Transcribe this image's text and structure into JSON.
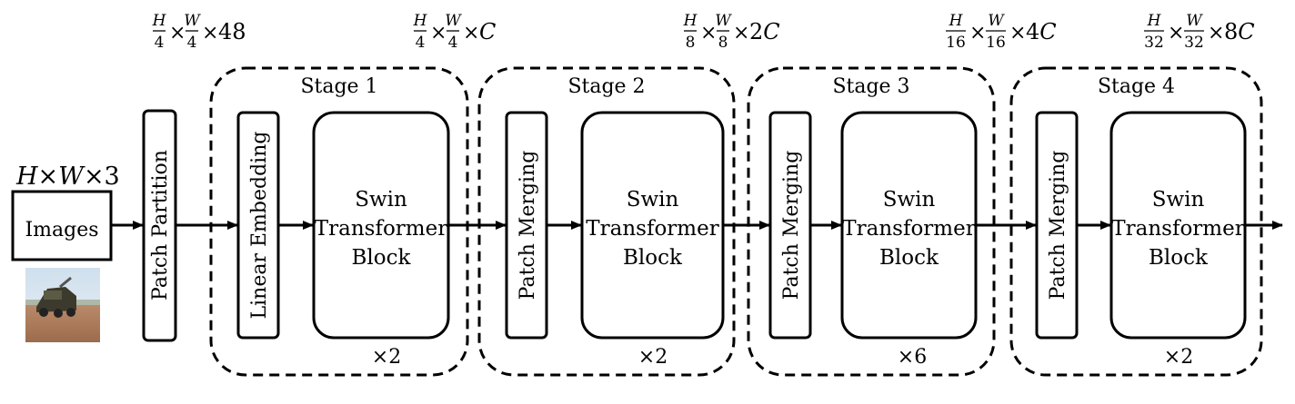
{
  "input": {
    "shape_label": {
      "parts": [
        {
          "t": "H",
          "it": true
        },
        {
          "t": "×",
          "it": false
        },
        {
          "t": "W",
          "it": true
        },
        {
          "t": "×3",
          "it": false
        }
      ]
    },
    "images_label": "Images",
    "thumbnail": "terrain-vehicle-photo"
  },
  "patch_partition": {
    "label": "Patch Partition"
  },
  "dimension_labels": [
    {
      "num": "H",
      "den": "4",
      "wnum": "W",
      "wden": "4",
      "suffix": "48",
      "suffix_italic": false
    },
    {
      "num": "H",
      "den": "4",
      "wnum": "W",
      "wden": "4",
      "suffix": "C",
      "suffix_italic": true
    },
    {
      "num": "H",
      "den": "8",
      "wnum": "W",
      "wden": "8",
      "suffix": "2C",
      "suffix_italic": true
    },
    {
      "num": "H",
      "den": "16",
      "wnum": "W",
      "wden": "16",
      "suffix": "4C",
      "suffix_italic": true
    },
    {
      "num": "H",
      "den": "32",
      "wnum": "W",
      "wden": "32",
      "suffix": "8C",
      "suffix_italic": true
    }
  ],
  "stages": [
    {
      "title": "Stage 1",
      "side_label": "Linear Embedding",
      "block_lines": [
        "Swin",
        "Transformer",
        "Block"
      ],
      "repeat": "×2"
    },
    {
      "title": "Stage 2",
      "side_label": "Patch Merging",
      "block_lines": [
        "Swin",
        "Transformer",
        "Block"
      ],
      "repeat": "×2"
    },
    {
      "title": "Stage 3",
      "side_label": "Patch Merging",
      "block_lines": [
        "Swin",
        "Transformer",
        "Block"
      ],
      "repeat": "×6"
    },
    {
      "title": "Stage 4",
      "side_label": "Patch Merging",
      "block_lines": [
        "Swin",
        "Transformer",
        "Block"
      ],
      "repeat": "×2"
    }
  ]
}
